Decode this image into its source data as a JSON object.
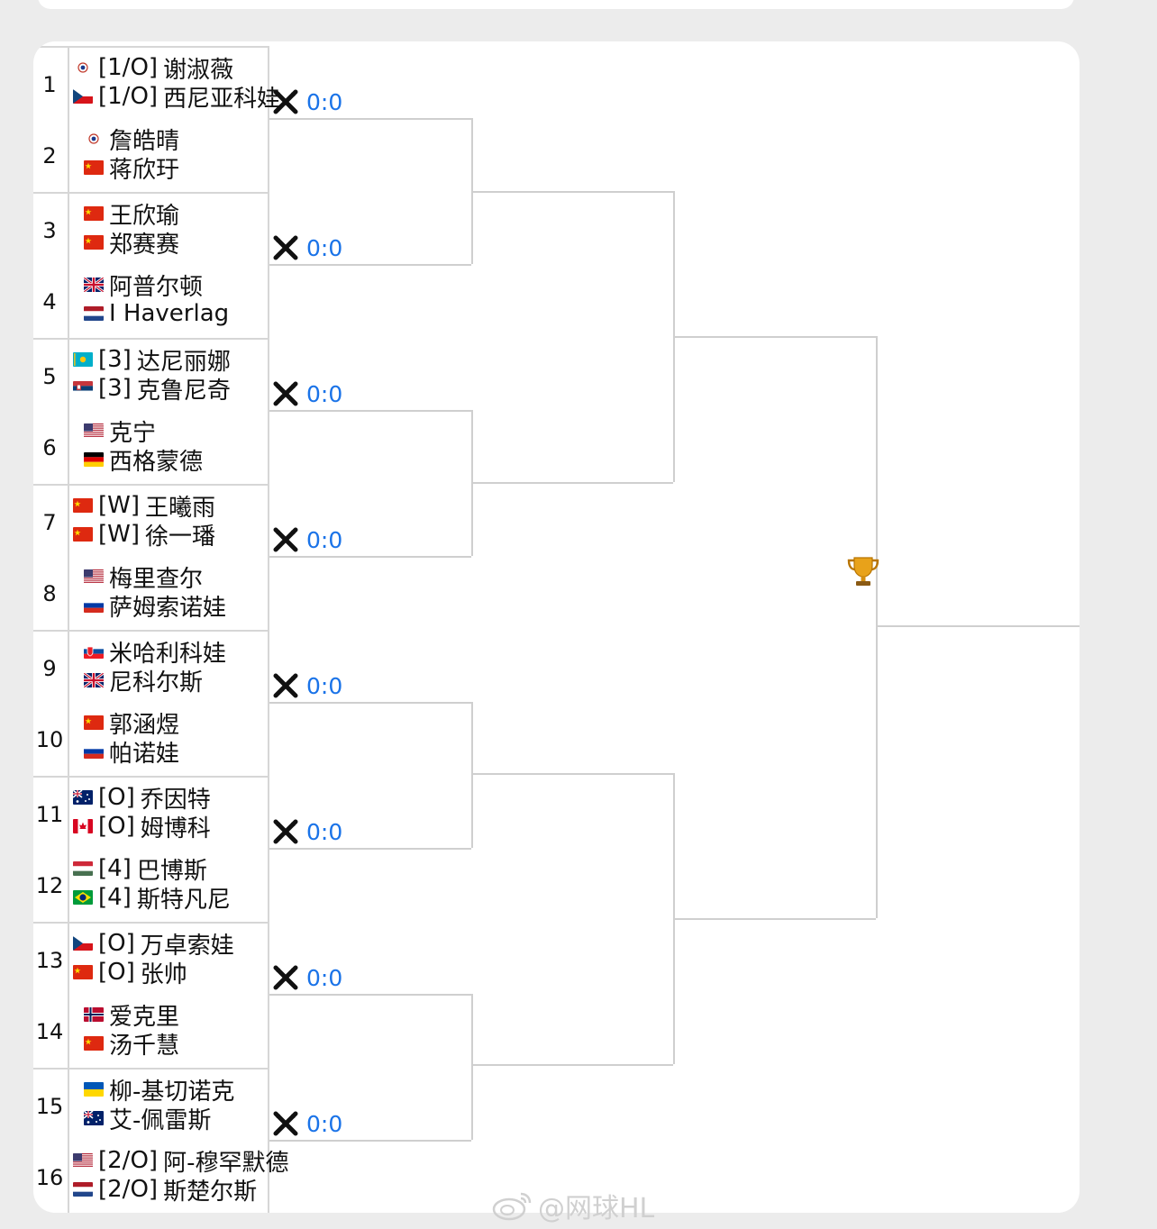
{
  "matches": [
    {
      "num": "1",
      "p1": {
        "flag": "tpe",
        "seed": "[1/O]",
        "name": "谢淑薇"
      },
      "p2": {
        "flag": "cze",
        "seed": "[1/O]",
        "name": "西尼亚科娃"
      }
    },
    {
      "num": "2",
      "p1": {
        "flag": "tpe",
        "seed": "",
        "name": "詹皓晴"
      },
      "p2": {
        "flag": "chn",
        "seed": "",
        "name": "蒋欣玗"
      }
    },
    {
      "num": "3",
      "p1": {
        "flag": "chn",
        "seed": "",
        "name": "王欣瑜"
      },
      "p2": {
        "flag": "chn",
        "seed": "",
        "name": "郑赛赛"
      }
    },
    {
      "num": "4",
      "p1": {
        "flag": "gbr",
        "seed": "",
        "name": "阿普尔顿"
      },
      "p2": {
        "flag": "ned",
        "seed": "",
        "name": "I Haverlag"
      }
    },
    {
      "num": "5",
      "p1": {
        "flag": "kaz",
        "seed": "[3]",
        "name": "达尼丽娜"
      },
      "p2": {
        "flag": "srb",
        "seed": "[3]",
        "name": "克鲁尼奇"
      }
    },
    {
      "num": "6",
      "p1": {
        "flag": "usa",
        "seed": "",
        "name": "克宁"
      },
      "p2": {
        "flag": "ger",
        "seed": "",
        "name": "西格蒙德"
      }
    },
    {
      "num": "7",
      "p1": {
        "flag": "chn",
        "seed": "[W]",
        "name": "王曦雨"
      },
      "p2": {
        "flag": "chn",
        "seed": "[W]",
        "name": "徐一璠"
      }
    },
    {
      "num": "8",
      "p1": {
        "flag": "usa",
        "seed": "",
        "name": "梅里查尔"
      },
      "p2": {
        "flag": "rus",
        "seed": "",
        "name": "萨姆索诺娃"
      }
    },
    {
      "num": "9",
      "p1": {
        "flag": "svk",
        "seed": "",
        "name": "米哈利科娃"
      },
      "p2": {
        "flag": "gbr",
        "seed": "",
        "name": "尼科尔斯"
      }
    },
    {
      "num": "10",
      "p1": {
        "flag": "chn",
        "seed": "",
        "name": "郭涵煜"
      },
      "p2": {
        "flag": "rus",
        "seed": "",
        "name": "帕诺娃"
      }
    },
    {
      "num": "11",
      "p1": {
        "flag": "aus",
        "seed": "[O]",
        "name": "乔因特"
      },
      "p2": {
        "flag": "can",
        "seed": "[O]",
        "name": "姆博科"
      }
    },
    {
      "num": "12",
      "p1": {
        "flag": "hun",
        "seed": "[4]",
        "name": "巴博斯"
      },
      "p2": {
        "flag": "bra",
        "seed": "[4]",
        "name": "斯特凡尼"
      }
    },
    {
      "num": "13",
      "p1": {
        "flag": "cze",
        "seed": "[O]",
        "name": "万卓索娃"
      },
      "p2": {
        "flag": "chn",
        "seed": "[O]",
        "name": "张帅"
      }
    },
    {
      "num": "14",
      "p1": {
        "flag": "nor",
        "seed": "",
        "name": "爱克里"
      },
      "p2": {
        "flag": "chn",
        "seed": "",
        "name": "汤千慧"
      }
    },
    {
      "num": "15",
      "p1": {
        "flag": "ukr",
        "seed": "",
        "name": "柳-基切诺克"
      },
      "p2": {
        "flag": "aus",
        "seed": "",
        "name": "艾-佩雷斯"
      }
    },
    {
      "num": "16",
      "p1": {
        "flag": "usa",
        "seed": "[2/O]",
        "name": "阿-穆罕默德"
      },
      "p2": {
        "flag": "ned",
        "seed": "[2/O]",
        "name": "斯楚尔斯"
      }
    }
  ],
  "scores": [
    "0:0",
    "0:0",
    "0:0",
    "0:0",
    "0:0",
    "0:0",
    "0:0",
    "0:0"
  ],
  "icons": {
    "vs": "crossed-swords-icon",
    "champion": "trophy-icon"
  },
  "colors": {
    "score": "#1a73e8",
    "line": "#cfcfcf"
  },
  "watermark": "@网球HL"
}
